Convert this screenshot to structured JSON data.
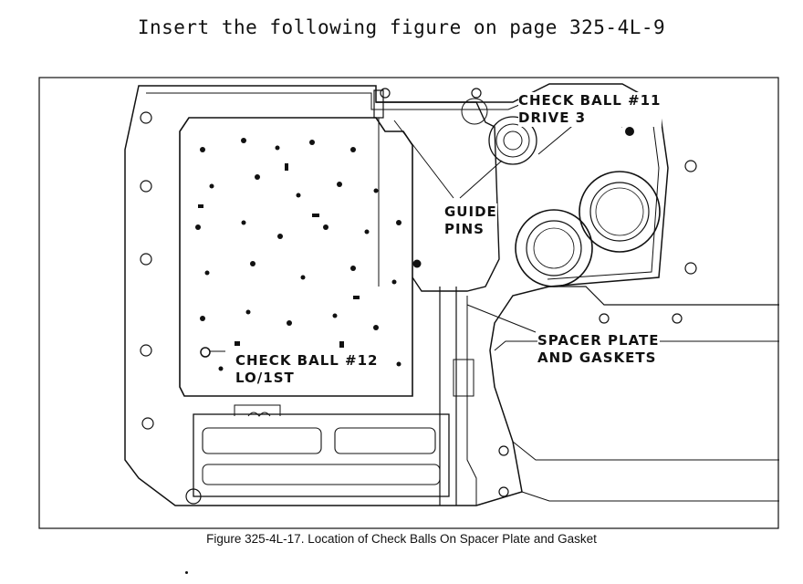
{
  "header": {
    "text": "Insert the following figure on page 325-4L-9"
  },
  "figure": {
    "callouts": {
      "check_ball_11": {
        "line1": "CHECK BALL #11",
        "line2": "DRIVE 3"
      },
      "guide_pins": {
        "line1": "GUIDE",
        "line2": "PINS"
      },
      "spacer_plate": {
        "line1": "SPACER PLATE",
        "line2": "AND GASKETS"
      },
      "check_ball_12": {
        "line1": "CHECK BALL #12",
        "line2": "LO/1ST"
      }
    },
    "caption": "Figure 325-4L-17.  Location of Check Balls On Spacer Plate and Gasket"
  }
}
